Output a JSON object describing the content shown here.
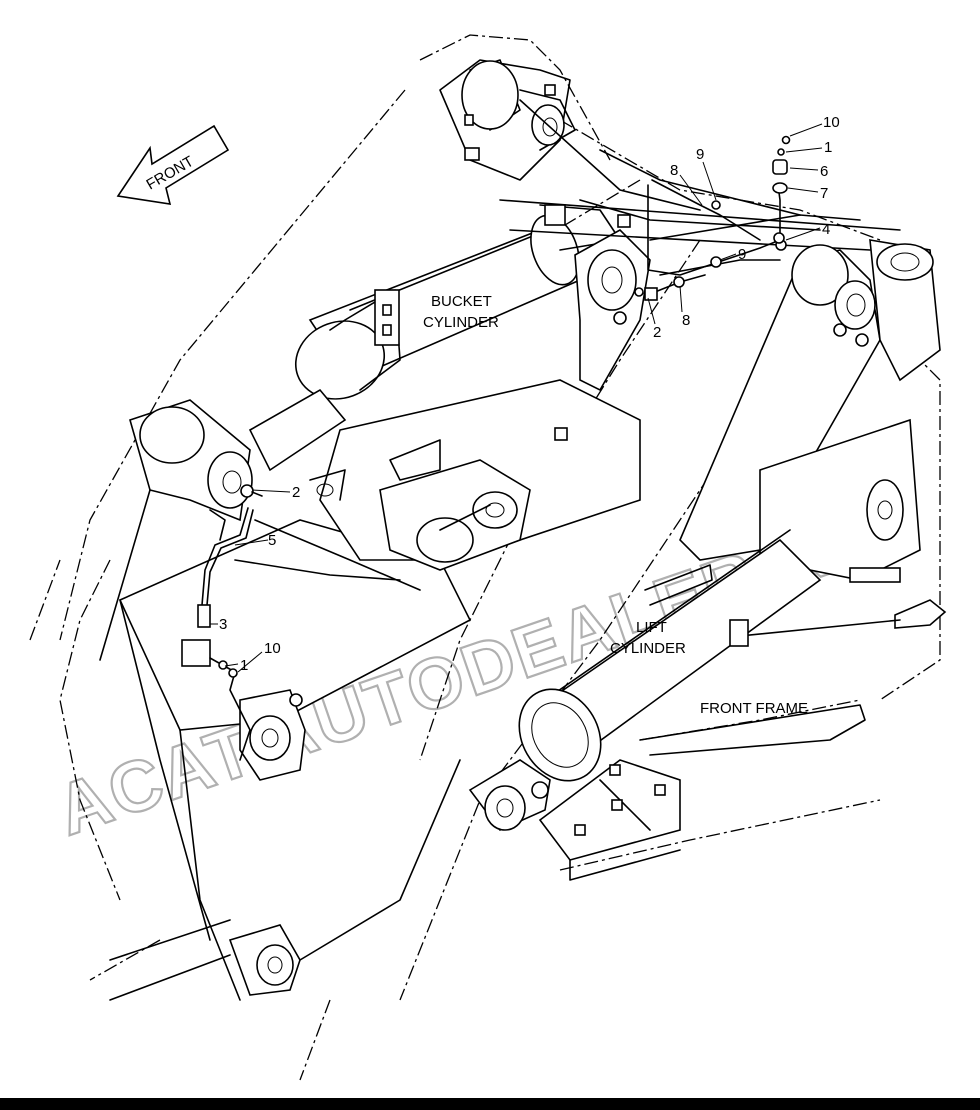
{
  "diagram": {
    "front_arrow_label": "FRONT",
    "labels": {
      "bucket_cylinder_line1": "BUCKET",
      "bucket_cylinder_line2": "CYLINDER",
      "lift_cylinder_line1": "LIFT",
      "lift_cylinder_line2": "CYLINDER",
      "front_frame": "FRONT FRAME"
    },
    "callouts": {
      "c10_top": "10",
      "c1_top": "1",
      "c6": "6",
      "c7": "7",
      "c4": "4",
      "c9_top": "9",
      "c8_top": "8",
      "c9_mid": "9",
      "c2_top": "2",
      "c8_mid": "8",
      "c2_left": "2",
      "c5": "5",
      "c3": "3",
      "c1_low": "1",
      "c10_low": "10"
    },
    "watermark": "ACAT.AUTODEALER.RU"
  }
}
